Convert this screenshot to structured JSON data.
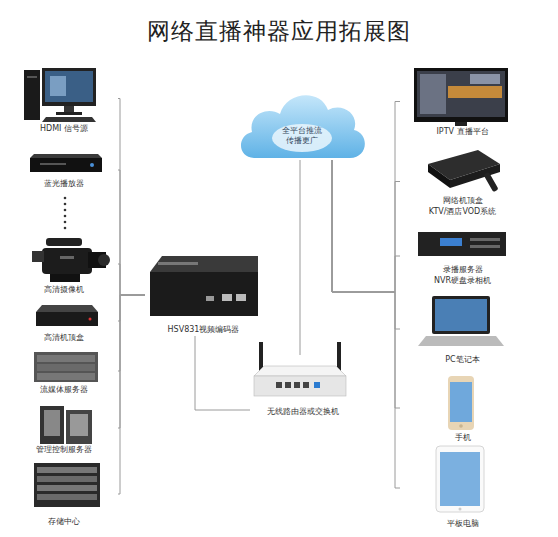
{
  "diagram": {
    "title": "网络直播神器应用拓展图",
    "nodes": [
      {
        "text": [
          "HDMI 信号源"
        ]
      },
      {
        "text": [
          "蓝光播放器"
        ]
      },
      {
        "text": [
          "高清摄像机"
        ]
      },
      {
        "text": [
          "高清机顶盒"
        ]
      },
      {
        "text": [
          "流媒体服务器"
        ]
      },
      {
        "text": [
          "管理控制服务器"
        ]
      },
      {
        "text": [
          "存储中心"
        ]
      },
      {
        "text": [
          "全平台推流 传播更广"
        ]
      },
      {
        "text": [
          "HSV831视频编码器"
        ]
      },
      {
        "text": [
          "无线路由器或交换机"
        ]
      },
      {
        "text": [
          "IPTV 直播平台"
        ]
      },
      {
        "text": [
          "网络机顶盒",
          "KTV/酒店VOD系统"
        ]
      },
      {
        "text": [
          "录播服务器",
          "NVR硬盘录相机"
        ]
      },
      {
        "text": [
          "PC笔记本"
        ]
      },
      {
        "text": [
          "手机"
        ]
      },
      {
        "text": [
          "平板电脑"
        ]
      }
    ],
    "edges": [
      {
        "from": 0,
        "to": 8,
        "arrow": "none"
      },
      {
        "from": 1,
        "to": 8,
        "arrow": "none"
      },
      {
        "from": 2,
        "to": 8,
        "arrow": "none"
      },
      {
        "from": 3,
        "to": 8,
        "arrow": "none"
      },
      {
        "from": 4,
        "to": 8,
        "arrow": "none"
      },
      {
        "from": 5,
        "to": 8,
        "arrow": "none"
      },
      {
        "from": 6,
        "to": 8,
        "arrow": "none"
      },
      {
        "from": 8,
        "to": 9,
        "arrow": "none"
      },
      {
        "from": 9,
        "to": 7,
        "arrow": "none"
      },
      {
        "from": 7,
        "to": 10,
        "arrow": "none"
      },
      {
        "from": 7,
        "to": 11,
        "arrow": "none"
      },
      {
        "from": 7,
        "to": 12,
        "arrow": "none"
      },
      {
        "from": 7,
        "to": 13,
        "arrow": "none"
      },
      {
        "from": 7,
        "to": 14,
        "arrow": "none"
      },
      {
        "from": 7,
        "to": 15,
        "arrow": "none"
      }
    ]
  }
}
